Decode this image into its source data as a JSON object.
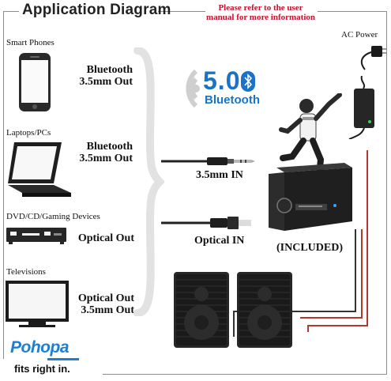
{
  "header": {
    "title": "Application Diagram",
    "note": "Please refer to the user manual for more information"
  },
  "sources": [
    {
      "name": "Smart Phones",
      "output": "Bluetooth 3.5mm Out",
      "icon": "smartphone-icon"
    },
    {
      "name": "Laptops/PCs",
      "output": "Bluetooth 3.5mm Out",
      "icon": "laptop-icon"
    },
    {
      "name": "DVD/CD/Gaming Devices",
      "output": "Optical Out",
      "icon": "dvd-player-icon"
    },
    {
      "name": "Televisions",
      "output": "Optical Out 3.5mm Out",
      "icon": "television-icon"
    }
  ],
  "inputs": {
    "bluetooth_version": "5.0",
    "bluetooth_label": "Bluetooth",
    "aux_label": "3.5mm IN",
    "optical_label": "Optical IN"
  },
  "amplifier": {
    "power_label": "AC Power",
    "included_label": "(INCLUDED)"
  },
  "brand": {
    "logo": "Pohopa",
    "tagline": "fits right in."
  },
  "colors": {
    "frame": "#8c8c8c",
    "note": "#c8102e",
    "bluetooth": "#1a73c8",
    "logo": "#1d7fd1",
    "speaker_wire": "#b5352f"
  }
}
